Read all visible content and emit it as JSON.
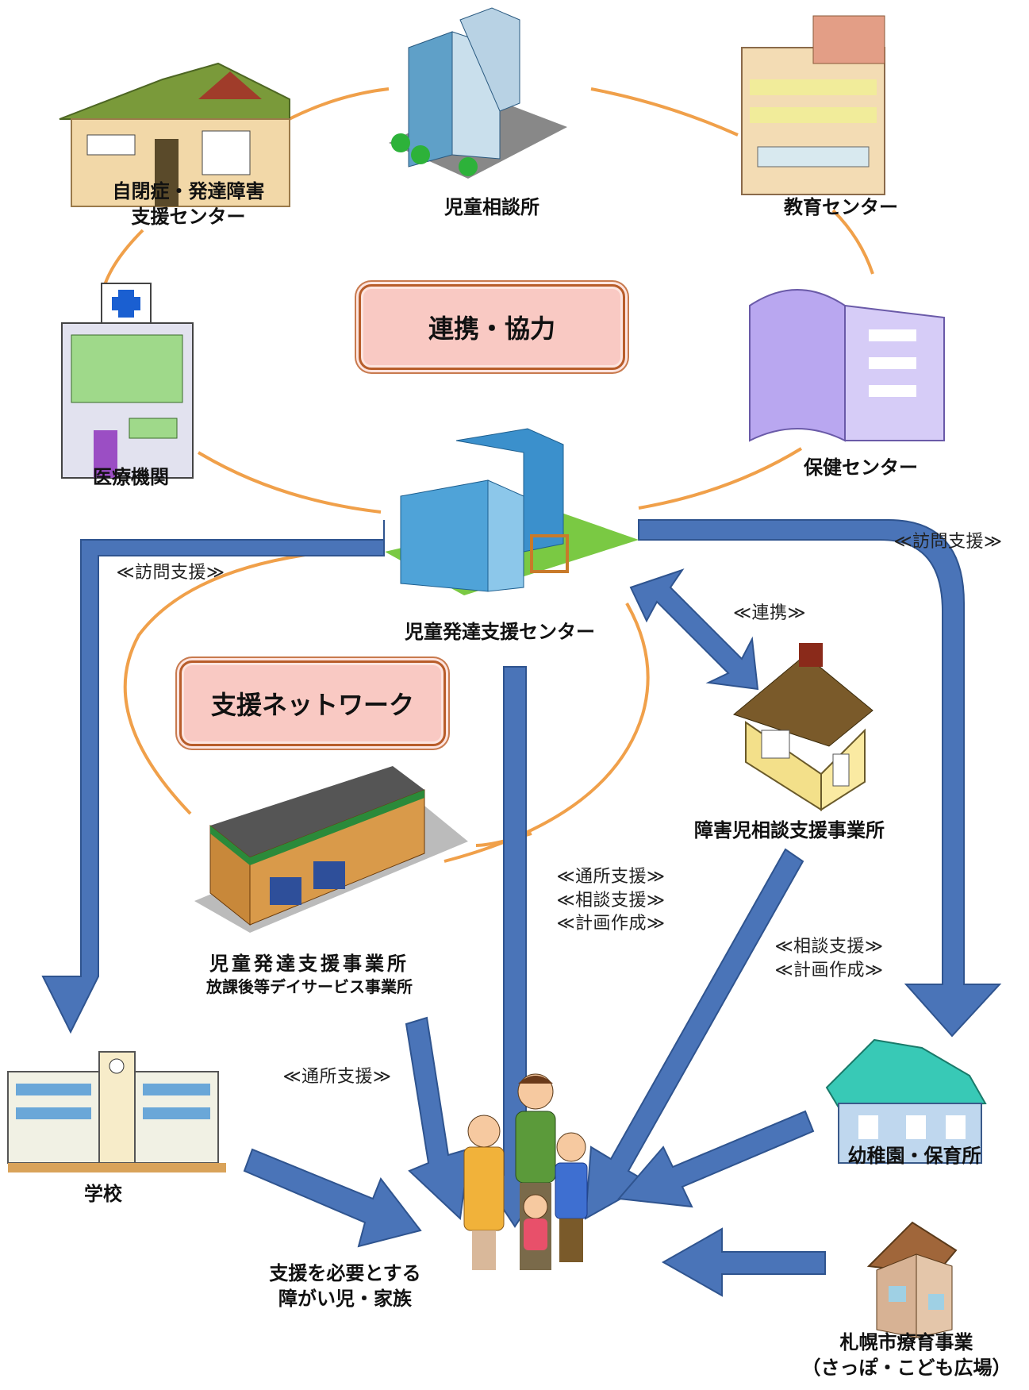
{
  "hub_box": "連携・協力",
  "network_box": "支援ネットワーク",
  "nodes": {
    "autism_center": [
      "自閉症・発達障害",
      "支援センター"
    ],
    "child_consult": "児童相談所",
    "education_center": "教育センター",
    "medical": "医療機関",
    "health_center": "保健センター",
    "dev_support_center": "児童発達支援センター",
    "consult_office": "障害児相談支援事業所",
    "dev_support_office": [
      "児童発達支援事業所",
      "放課後等デイサービス事業所"
    ],
    "school": "学校",
    "kindergarten": "幼稚園・保育所",
    "sapporo": [
      "札幌市療育事業",
      "（さっぽ・こども広場）"
    ],
    "family": [
      "支援を必要とする",
      "障がい児・家族"
    ]
  },
  "edge_labels": {
    "visit_left": "≪訪問支援≫",
    "visit_right": "≪訪問支援≫",
    "cooperation": "≪連携≫",
    "center_services": [
      "≪通所支援≫",
      "≪相談支援≫",
      "≪計画作成≫"
    ],
    "consult_services": [
      "≪相談支援≫",
      "≪計画作成≫"
    ],
    "day_support": "≪通所支援≫"
  },
  "colors": {
    "arrow": "#4a74b8",
    "arrow_stroke": "#2f548f",
    "ring": "#f0a04a",
    "box_fill": "#f9c9c3",
    "box_border": "#b85d2a"
  }
}
